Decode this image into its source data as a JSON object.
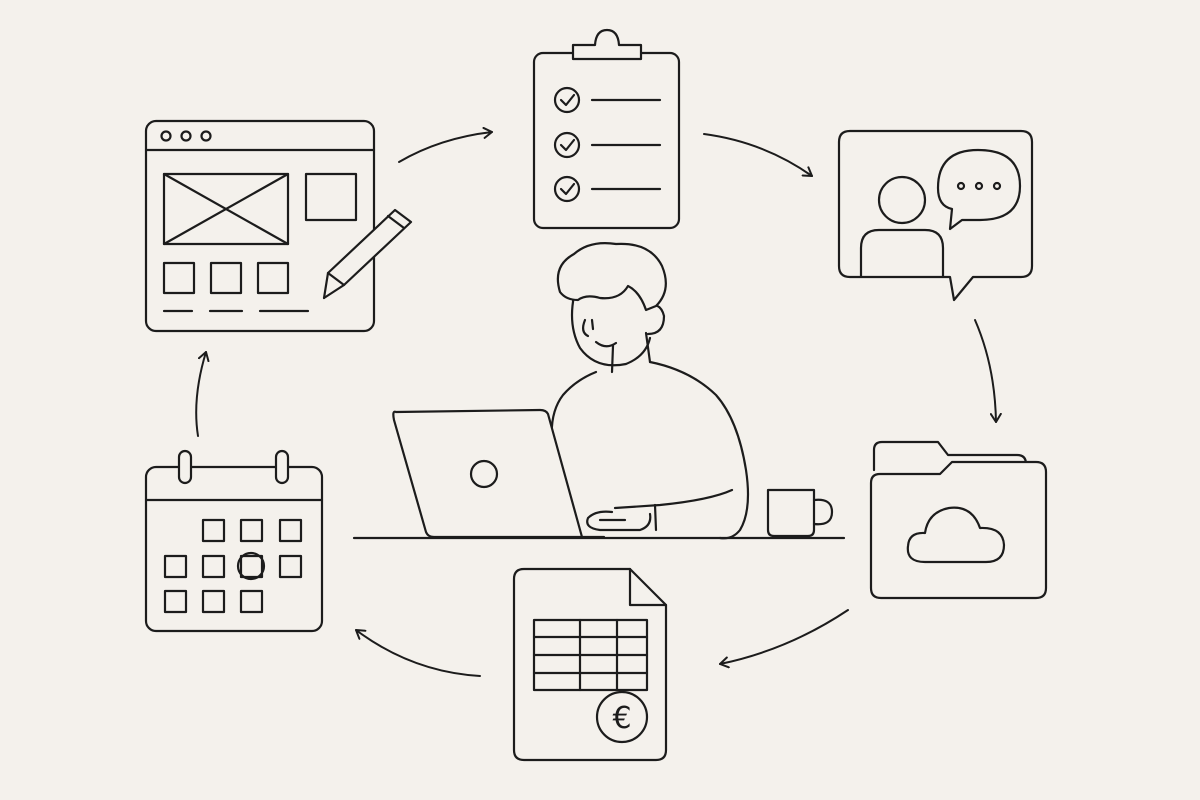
{
  "diagram": {
    "colors": {
      "background": "#f4f1ec",
      "stroke": "#1c1c1c"
    },
    "center": {
      "name": "freelancer-at-laptop"
    },
    "nodes": [
      {
        "name": "design-wireframe-icon",
        "icon": "browser-wireframe-with-pencil"
      },
      {
        "name": "checklist-icon",
        "icon": "clipboard-checklist"
      },
      {
        "name": "client-communication-icon",
        "icon": "person-with-chat-bubble"
      },
      {
        "name": "cloud-storage-icon",
        "icon": "folder-with-cloud"
      },
      {
        "name": "invoice-icon",
        "icon": "spreadsheet-document-euro"
      },
      {
        "name": "calendar-icon",
        "icon": "calendar-schedule"
      }
    ],
    "flow": "clockwise-cycle",
    "invoice_symbol": "€"
  }
}
